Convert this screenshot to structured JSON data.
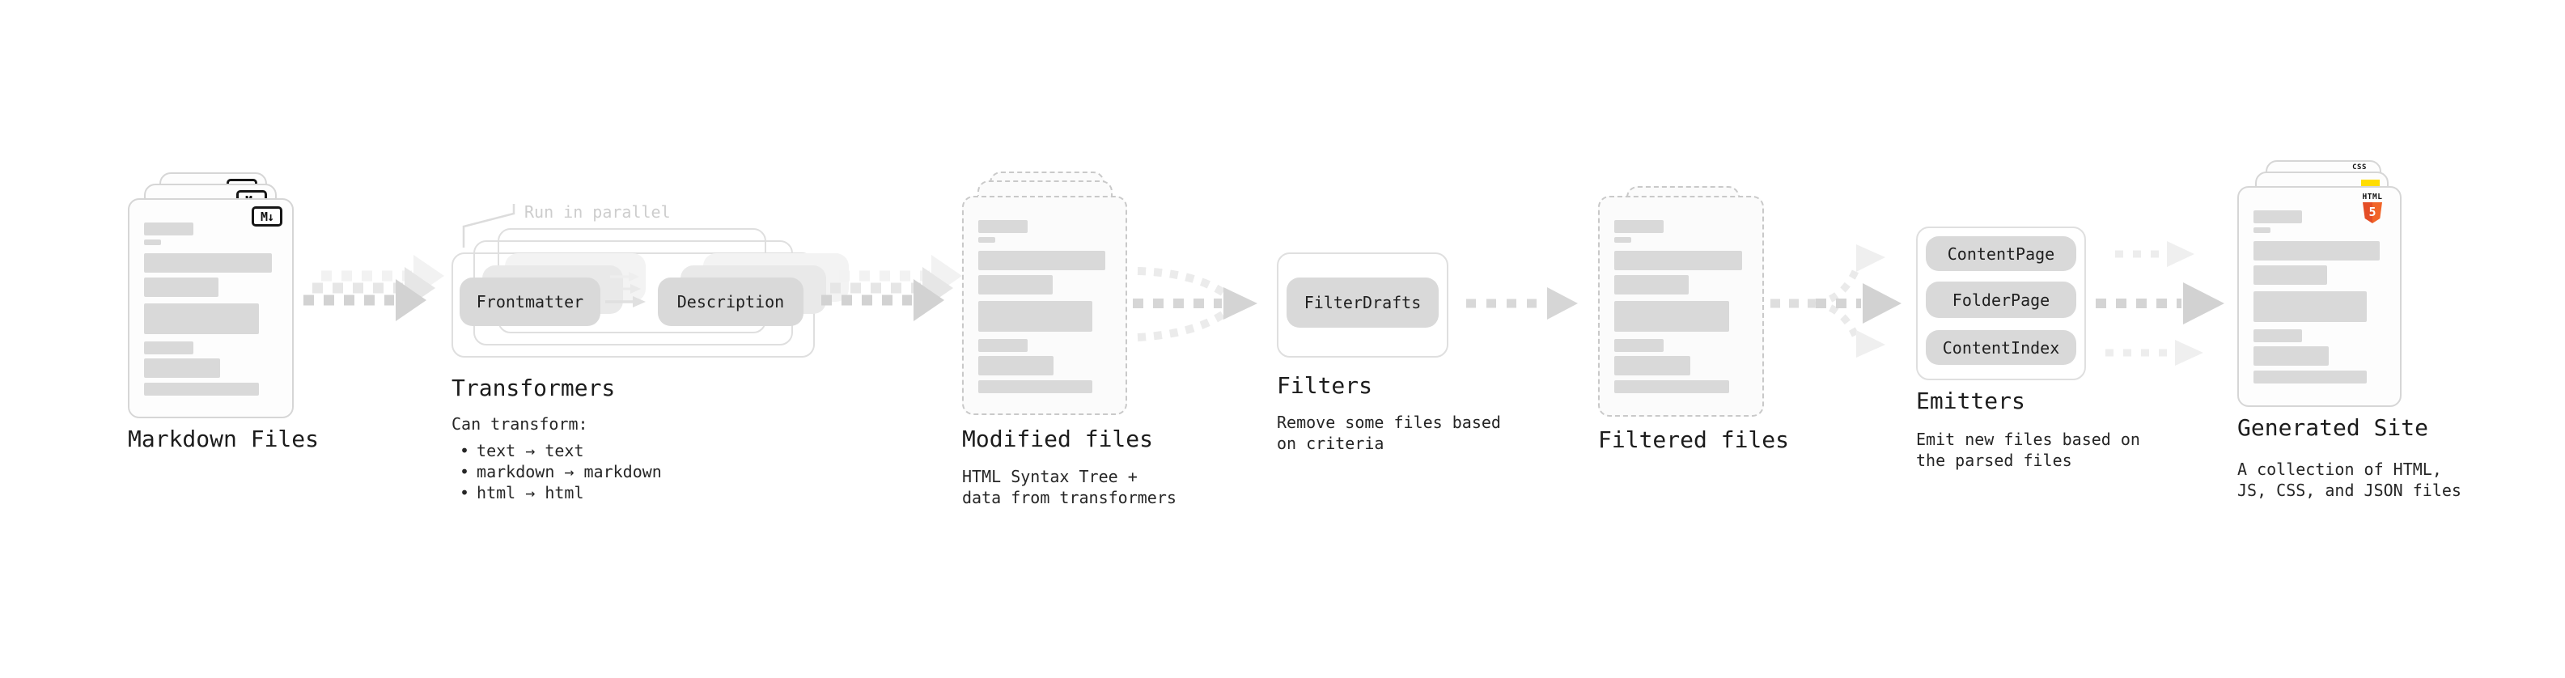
{
  "palette": {
    "card_border": "#d6d6d6",
    "dashed_border": "#c9c9c9",
    "placeholder_bar": "#d9d9d9",
    "pill_fill": "#d9d9d9",
    "container_border": "#dfdfdf",
    "arrow_main": "#d4d4d4",
    "arrow_faint": "#ececec",
    "heading_text": "#1c1c1c",
    "muted_annotation_text": "#cdcdcd",
    "html5_orange": "#e44d26",
    "js_yellow": "#ffdd00",
    "css_blue": "#2e6be5"
  },
  "doc_bars": [
    {
      "w": 37,
      "h": 16,
      "mt": 0
    },
    {
      "w": 13,
      "h": 7,
      "mt": 5
    },
    {
      "w": 96,
      "h": 24,
      "mt": 10
    },
    {
      "w": 56,
      "h": 24,
      "mt": 6
    },
    {
      "w": 86,
      "h": 38,
      "mt": 8
    },
    {
      "w": 37,
      "h": 16,
      "mt": 9
    },
    {
      "w": 57,
      "h": 24,
      "mt": 5
    },
    {
      "w": 86,
      "h": 16,
      "mt": 6
    }
  ],
  "stages": {
    "markdown_files": {
      "label": "Markdown Files",
      "icon_glyph": "M↓"
    },
    "transformers": {
      "label": "Transformers",
      "annotation": "Run in parallel",
      "pills": [
        "Frontmatter",
        "Description"
      ],
      "desc_title": "Can transform:",
      "bullet_char": "•",
      "bullets": [
        "text → text",
        "markdown → markdown",
        "html → html"
      ]
    },
    "modified_files": {
      "label": "Modified files",
      "desc_line1": "HTML Syntax Tree +",
      "desc_line2": "data from transformers"
    },
    "filters": {
      "label": "Filters",
      "pill": "FilterDrafts",
      "desc_line1": "Remove some files based",
      "desc_line2": "on criteria"
    },
    "filtered_files": {
      "label": "Filtered files"
    },
    "emitters": {
      "label": "Emitters",
      "pills": [
        "ContentPage",
        "FolderPage",
        "ContentIndex"
      ],
      "desc_line1": "Emit new files based on",
      "desc_line2": "the parsed files"
    },
    "generated_site": {
      "label": "Generated Site",
      "badge_css": "CSS",
      "badge_html_text": "HTML",
      "badge_html_number": "5",
      "desc_line1": "A collection of HTML,",
      "desc_line2": "JS, CSS, and JSON files"
    }
  }
}
